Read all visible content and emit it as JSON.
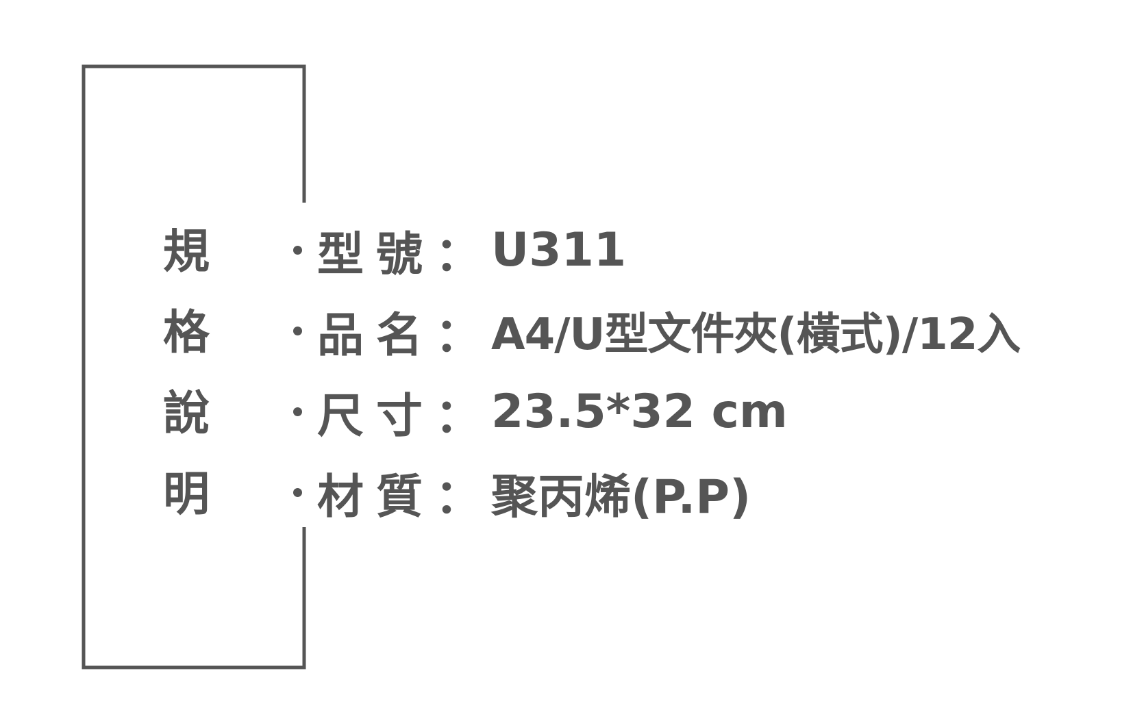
{
  "side_title": [
    "規",
    "格",
    "說",
    "明"
  ],
  "specs": [
    {
      "label": "型號",
      "colon": "：",
      "value": "U311"
    },
    {
      "label": "品名",
      "colon": "：",
      "value": "A4/U型文件夾(橫式)/12入"
    },
    {
      "label": "尺寸",
      "colon": "：",
      "value": "23.5*32 cm"
    },
    {
      "label": "材質",
      "colon": "：",
      "value": "聚丙烯(P.P)"
    }
  ],
  "colors": {
    "text": "#555555",
    "frame": "#555555",
    "background": "#ffffff"
  }
}
